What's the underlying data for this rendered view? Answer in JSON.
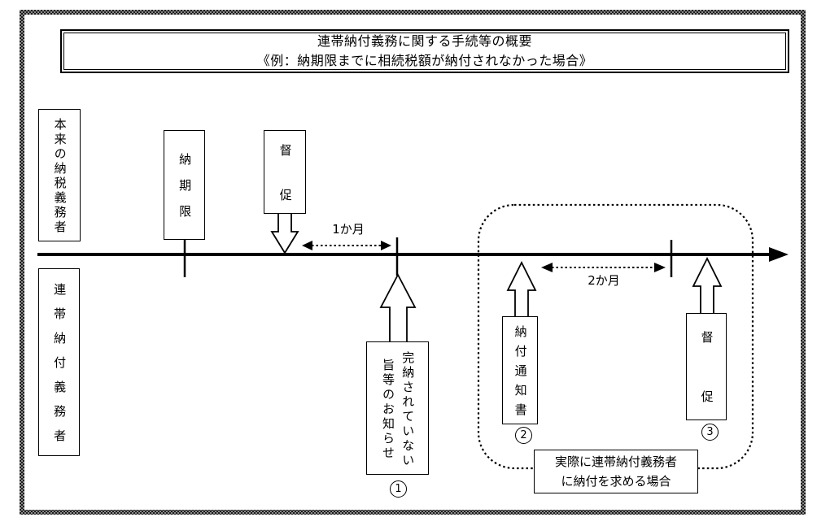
{
  "title": {
    "line1": "連帯納付義務に関する手続等の概要",
    "line2": "《例：納期限までに相続税額が納付されなかった場合》"
  },
  "lanes": {
    "original_taxpayer": "本来の納税義務者",
    "joint_payer": "連帯納付義務者"
  },
  "events": {
    "due_date": "納期限",
    "demand_first": "督促",
    "incomplete_notice": {
      "line1": "完納されていない",
      "line2": "旨等のお知らせ",
      "number": "1"
    },
    "payment_notice": {
      "label": "納付通知書",
      "number": "2"
    },
    "demand_second": {
      "label": "督促",
      "number": "3"
    }
  },
  "intervals": {
    "first": "1か月",
    "second": "2か月"
  },
  "annotation": {
    "line1": "実際に連帯納付義務者",
    "line2": "に納付を求める場合"
  },
  "colors": {
    "ink": "#000000",
    "background": "#ffffff",
    "frame_dark": "#1c1c1c",
    "frame_light": "#8a8a8a"
  }
}
